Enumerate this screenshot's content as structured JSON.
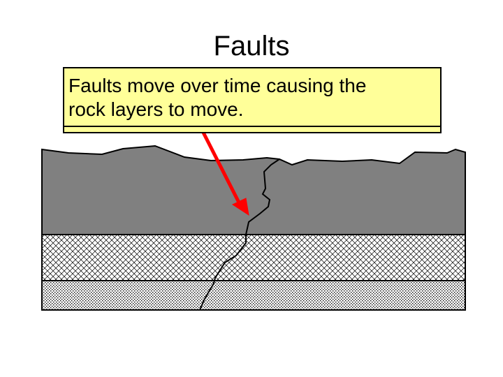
{
  "slide": {
    "title": "Faults",
    "callout": {
      "lines": [
        "Faults move over time causing the",
        "rock layers to move."
      ]
    }
  },
  "colors": {
    "top_layer": "#808080",
    "middle_layer_pattern": "crosshatch",
    "bottom_layer_pattern": "dots",
    "callout_fill": "#ffff99",
    "arrow": "#ff0000",
    "outline": "#000000"
  },
  "diagram": {
    "layers": [
      "top-rock-layer",
      "crosshatch-rock-layer",
      "dotted-rock-layer"
    ],
    "arrow_target": "fault-line"
  }
}
